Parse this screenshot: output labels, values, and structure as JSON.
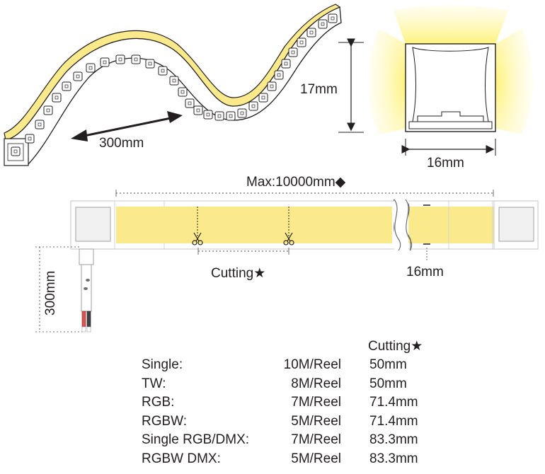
{
  "labels": {
    "curve_length": "300mm",
    "height": "17mm",
    "width_section": "16mm",
    "max_length": "Max:10000mm◆",
    "cutting": "Cutting★",
    "width_strip": "16mm",
    "lead_length": "300mm"
  },
  "specs": {
    "header_cutting": "Cutting★",
    "rows": [
      {
        "type": "Single:",
        "reel": "10M/Reel",
        "cutting": "50mm"
      },
      {
        "type": "TW:",
        "reel": "8M/Reel",
        "cutting": "50mm"
      },
      {
        "type": "RGB:",
        "reel": "7M/Reel",
        "cutting": "71.4mm"
      },
      {
        "type": "RGBW:",
        "reel": "5M/Reel",
        "cutting": "71.4mm"
      },
      {
        "type": "Single RGB/DMX:",
        "reel": "7M/Reel",
        "cutting": "83.3mm"
      },
      {
        "type": "RGBW DMX:",
        "reel": "5M/Reel",
        "cutting": "83.3mm"
      }
    ]
  },
  "colors": {
    "led_yellow": "#faea8c",
    "glow": "#fff59a",
    "line": "#231f20",
    "dim": "#6d6e71"
  }
}
